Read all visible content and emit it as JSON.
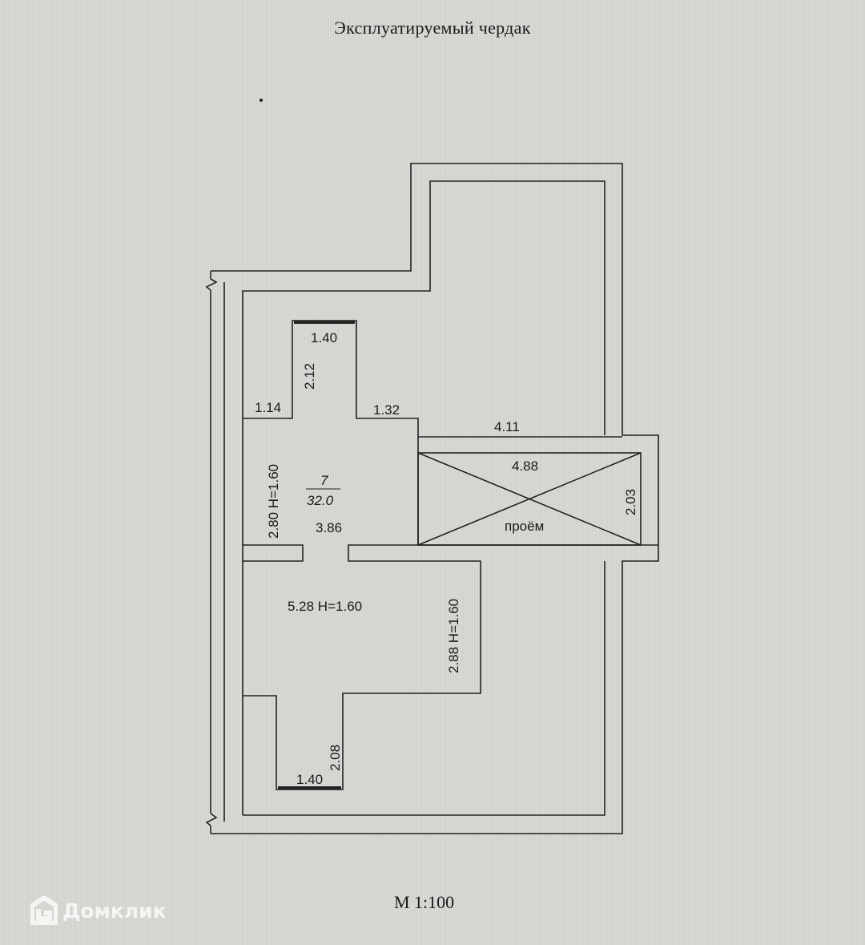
{
  "title": "Эксплуатируемый чердак",
  "scale": "М 1:100",
  "watermark": "Домклик",
  "room": {
    "number": "7",
    "area": "32.0"
  },
  "dimensions": {
    "top_stair_width": "1.40",
    "top_stair_depth": "2.12",
    "left_step": "1.14",
    "right_step": "1.32",
    "upper_right": "4.11",
    "opening_width": "4.88",
    "opening_depth": "2.03",
    "left_height": "2.80 H=1.60",
    "center_width": "3.86",
    "lower_main": "5.28 H=1.60",
    "lower_right_height": "2.88 H=1.60",
    "bottom_stair_depth": "2.08",
    "bottom_stair_width": "1.40"
  },
  "opening_label": "проём"
}
